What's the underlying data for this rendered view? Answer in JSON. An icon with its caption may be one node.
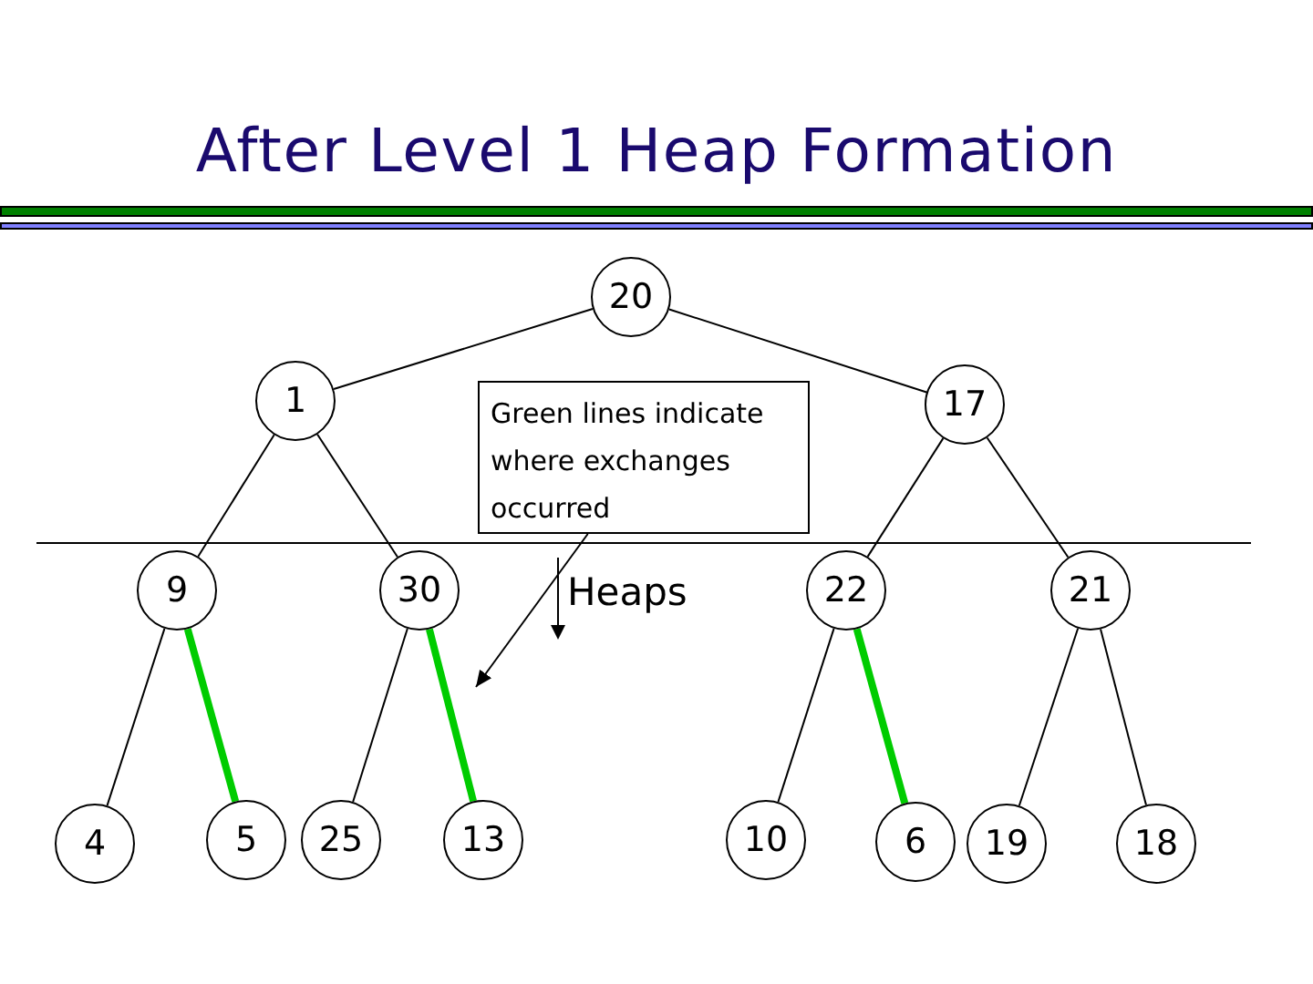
{
  "diagram": {
    "title": "After Level 1 Heap Formation",
    "nodes": [
      {
        "text": [
          "20"
        ]
      },
      {
        "text": [
          "1"
        ]
      },
      {
        "text": [
          "17"
        ]
      },
      {
        "text": [
          "9"
        ]
      },
      {
        "text": [
          "30"
        ]
      },
      {
        "text": [
          "22"
        ]
      },
      {
        "text": [
          "21"
        ]
      },
      {
        "text": [
          "4"
        ]
      },
      {
        "text": [
          "5"
        ]
      },
      {
        "text": [
          "25"
        ]
      },
      {
        "text": [
          "13"
        ]
      },
      {
        "text": [
          "10"
        ]
      },
      {
        "text": [
          "6"
        ]
      },
      {
        "text": [
          "19"
        ]
      },
      {
        "text": [
          "18"
        ]
      },
      {
        "text": [
          "Green lines indicate where exchanges occurred"
        ]
      }
    ],
    "edges": [
      {
        "from": 0,
        "to": 1,
        "arrow": "none"
      },
      {
        "from": 0,
        "to": 2,
        "arrow": "none"
      },
      {
        "from": 1,
        "to": 3,
        "arrow": "none"
      },
      {
        "from": 1,
        "to": 4,
        "arrow": "none"
      },
      {
        "from": 2,
        "to": 5,
        "arrow": "none"
      },
      {
        "from": 2,
        "to": 6,
        "arrow": "none"
      },
      {
        "from": 3,
        "to": 7,
        "arrow": "none"
      },
      {
        "from": 3,
        "to": 8,
        "arrow": "none",
        "style": "thick",
        "color": "#00cc00"
      },
      {
        "from": 4,
        "to": 9,
        "arrow": "none"
      },
      {
        "from": 4,
        "to": 10,
        "arrow": "none",
        "style": "thick",
        "color": "#00cc00"
      },
      {
        "from": 5,
        "to": 11,
        "arrow": "none"
      },
      {
        "from": 5,
        "to": 12,
        "arrow": "none",
        "style": "thick",
        "color": "#00cc00"
      },
      {
        "from": 6,
        "to": 13,
        "arrow": "none"
      },
      {
        "from": 6,
        "to": 14,
        "arrow": "none"
      },
      {
        "from": 15,
        "to": null,
        "arrow": "to"
      }
    ],
    "labels": [
      "Heaps"
    ]
  }
}
